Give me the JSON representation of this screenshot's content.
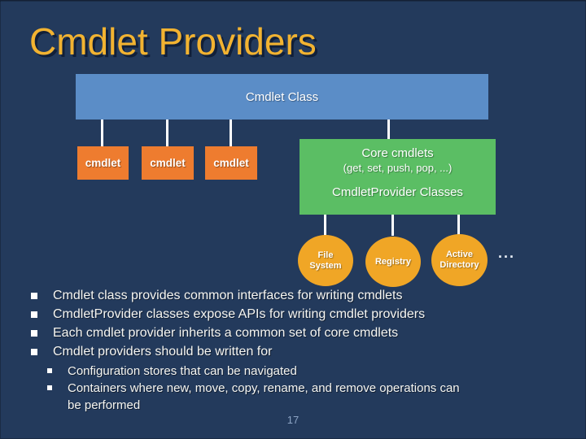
{
  "slide": {
    "title": "Cmdlet Providers",
    "page_number": "17"
  },
  "colors": {
    "background": "#233A5C",
    "title_text": "#F2B331",
    "class_box": "#5B8DC7",
    "cmdlet_box": "#EE7C2F",
    "core_box": "#5BBE64",
    "provider_circle": "#F0A626",
    "connector": "#FFFFFF",
    "body_text": "#F6F6F2",
    "page_number_text": "#8CA3C4"
  },
  "diagram": {
    "class_box_label": "Cmdlet Class",
    "cmdlet_boxes": [
      "cmdlet",
      "cmdlet",
      "cmdlet"
    ],
    "core_box": {
      "line1": "Core cmdlets",
      "line2": "(get, set, push, pop, ...)",
      "line3": "CmdletProvider Classes"
    },
    "provider_circles": [
      [
        "File",
        "System"
      ],
      [
        "Registry"
      ],
      [
        "Active",
        "Directory"
      ]
    ],
    "more_indicator": "..."
  },
  "bullets": {
    "main": [
      "Cmdlet class provides common interfaces for writing cmdlets",
      "CmdletProvider classes expose APIs for writing cmdlet providers",
      "Each cmdlet provider inherits a common set of core cmdlets",
      "Cmdlet providers should be written for"
    ],
    "sub": [
      [
        "Configuration stores that can be navigated"
      ],
      [
        "Containers where new, move, copy, rename, and remove operations can",
        "be performed"
      ]
    ]
  }
}
